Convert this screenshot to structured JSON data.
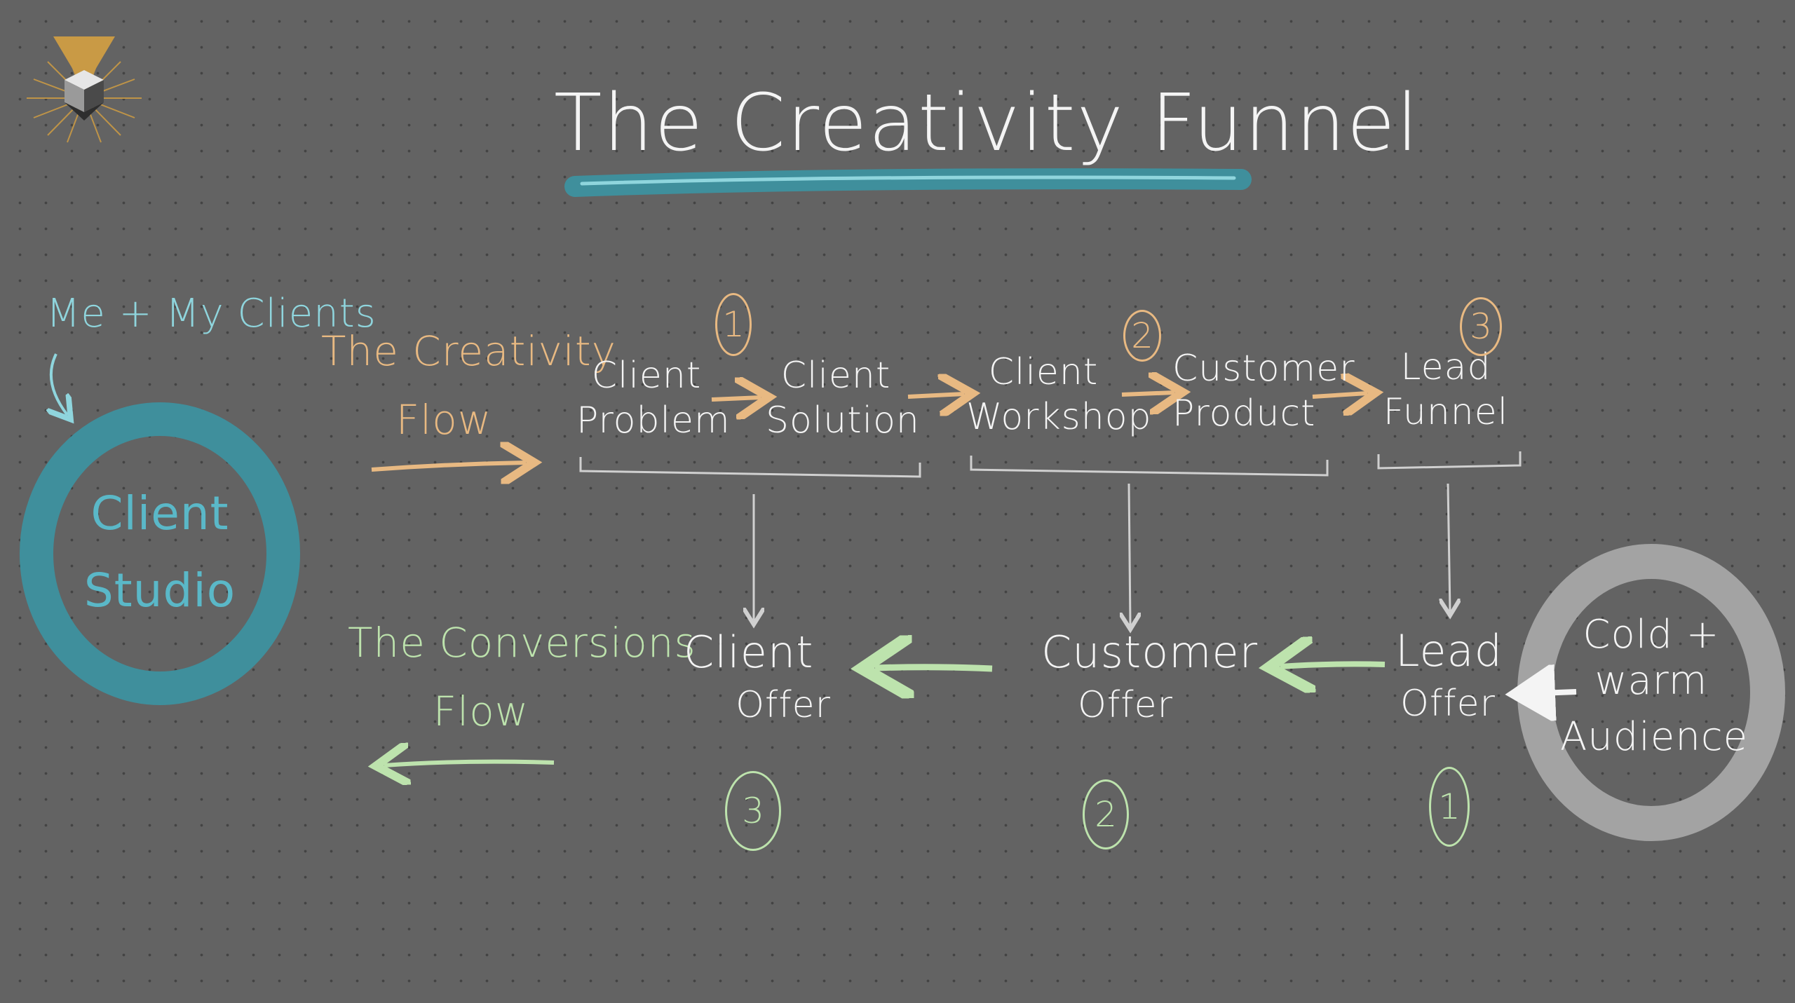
{
  "title": "The Creativity Funnel",
  "side_label": "Me + My Clients",
  "client_studio": {
    "line1": "Client",
    "line2": "Studio"
  },
  "creativity_flow_label": {
    "line1": "The Creativity",
    "line2": "Flow"
  },
  "conversions_flow_label": {
    "line1": "The Conversions",
    "line2": "Flow"
  },
  "top_row": [
    {
      "line1": "Client",
      "line2": "Problem"
    },
    {
      "line1": "Client",
      "line2": "Solution"
    },
    {
      "line1": "Client",
      "line2": "Workshop"
    },
    {
      "line1": "Customer",
      "line2": "Product"
    },
    {
      "line1": "Lead",
      "line2": "Funnel"
    }
  ],
  "top_numbers": [
    "1",
    "2",
    "3"
  ],
  "bottom_row": [
    {
      "line1": "Client",
      "line2": "Offer",
      "number": "3"
    },
    {
      "line1": "Customer",
      "line2": "Offer",
      "number": "2"
    },
    {
      "line1": "Lead",
      "line2": "Offer",
      "number": "1"
    }
  ],
  "audience": {
    "line1": "Cold +",
    "line2": "warm",
    "line3": "Audience"
  },
  "colors": {
    "background": "#636363",
    "title_underline": "#3f8f9c",
    "creativity_flow": "#e8b982",
    "conversions_flow": "#bde3ad",
    "client_studio_ring": "#3f8f9c",
    "audience_ring": "#a3a3a3"
  }
}
